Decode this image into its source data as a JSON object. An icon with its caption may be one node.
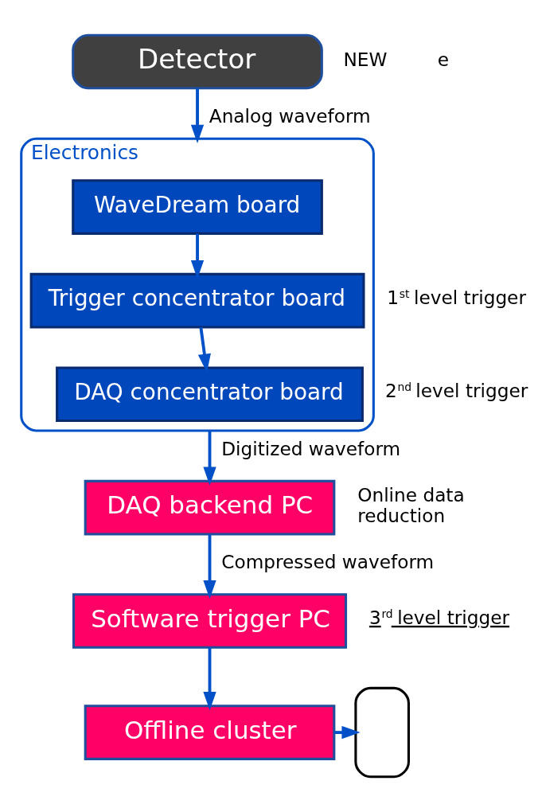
{
  "diagram": {
    "nodes": [
      {
        "text": [
          "Detector"
        ]
      },
      {
        "text": [
          "Electronics"
        ]
      },
      {
        "text": [
          "WaveDream board"
        ],
        "in": 1
      },
      {
        "text": [
          "Trigger concentrator board"
        ],
        "in": 1,
        "beside": [
          "1$^{st}$ level trigger"
        ]
      },
      {
        "text": [
          "DAQ concentrator board"
        ],
        "in": 1,
        "beside": [
          "2$^{nd}$ level trigger"
        ]
      },
      {
        "text": [
          "DAQ backend PC"
        ],
        "beside": [
          "Online data reduction"
        ]
      },
      {
        "text": [
          "Software trigger PC"
        ],
        "beside": [
          "3$^{rd}$ level trigger"
        ]
      },
      {
        "text": [
          "Offline cluster"
        ]
      },
      {
        "text": [],
        "shape": "box"
      }
    ],
    "edges": [
      {
        "from": 0,
        "to": 1,
        "arrow": "to",
        "label": "Analog waveform"
      },
      {
        "from": 2,
        "to": 3,
        "arrow": "to"
      },
      {
        "from": 3,
        "to": 4,
        "arrow": "to"
      },
      {
        "from": 1,
        "to": 5,
        "arrow": "to",
        "label": "Digitized waveform"
      },
      {
        "from": 5,
        "to": 6,
        "arrow": "to",
        "label": "Compressed waveform"
      },
      {
        "from": 6,
        "to": 7,
        "arrow": "to"
      },
      {
        "from": 7,
        "to": 8,
        "arrow": "to"
      }
    ],
    "labels": [
      "NEW",
      "e"
    ]
  }
}
